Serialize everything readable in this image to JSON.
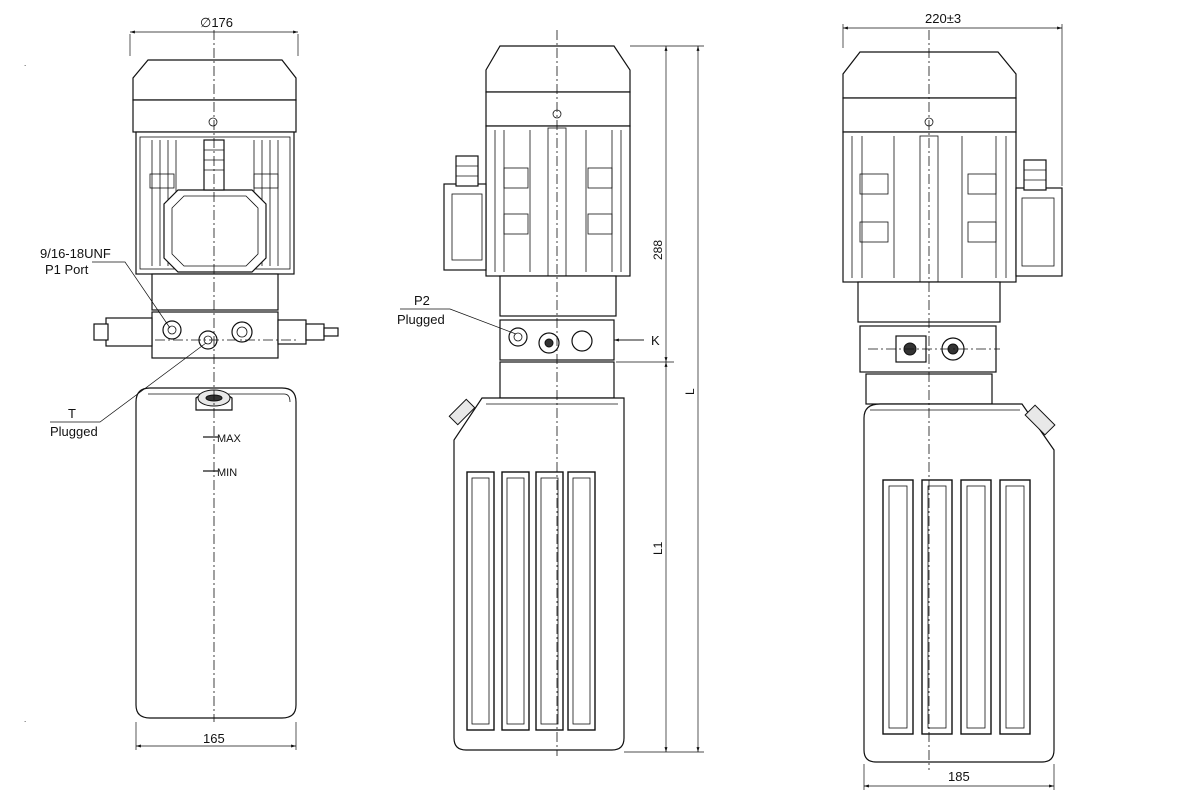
{
  "dimensions": {
    "motor_diameter": "∅176",
    "tank_width_front": "165",
    "overall_width_side": "220±3",
    "tank_width_side": "185",
    "motor_height": "288",
    "overall_length": "L",
    "tank_length": "L1"
  },
  "callouts": {
    "p1_port_line1": "9/16-18UNF",
    "p1_port_line2": "P1 Port",
    "t_line1": "T",
    "t_line2": "Plugged",
    "p2_line1": "P2",
    "p2_line2": "Plugged",
    "k_label": "K"
  },
  "level_marks": {
    "max": "MAX",
    "min": "MIN"
  }
}
